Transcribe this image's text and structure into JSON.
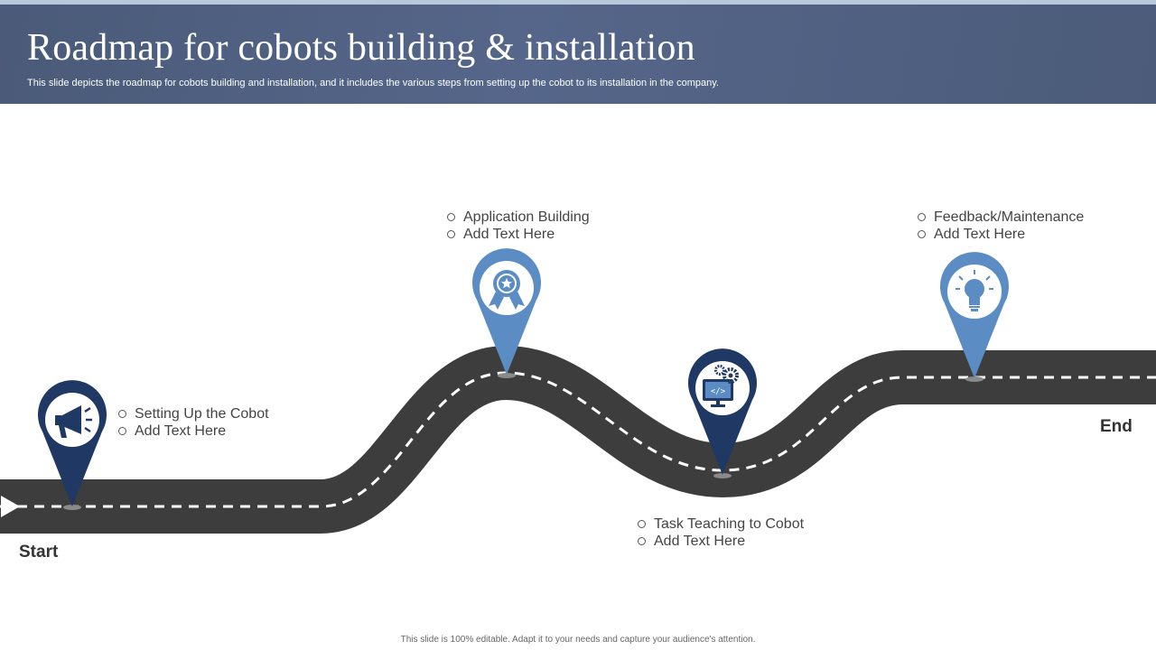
{
  "slide": {
    "title": "Roadmap for cobots building & installation",
    "subtitle": "This slide depicts the roadmap for cobots building and installation, and it includes the various steps from setting up the cobot to its installation in the company.",
    "start_label": "Start",
    "end_label": "End",
    "footer": "This slide is 100% editable. Adapt it to your needs and capture your audience's attention."
  },
  "steps": [
    {
      "name": "Setting Up the Cobot",
      "detail": "Add Text Here",
      "icon": "megaphone-icon",
      "color": "#1f3864"
    },
    {
      "name": "Application Building",
      "detail": "Add Text Here",
      "icon": "award-badge-icon",
      "color": "#5b8cc3"
    },
    {
      "name": "Task Teaching to Cobot",
      "detail": "Add Text Here",
      "icon": "monitor-gear-icon",
      "color": "#1f3864"
    },
    {
      "name": "Feedback/Maintenance",
      "detail": "Add Text Here",
      "icon": "lightbulb-icon",
      "color": "#5b8cc3"
    }
  ],
  "colors": {
    "header": "#4f5f80",
    "road": "#3d3d3d",
    "dark_pin": "#1f3864",
    "light_pin": "#5b8cc3"
  }
}
